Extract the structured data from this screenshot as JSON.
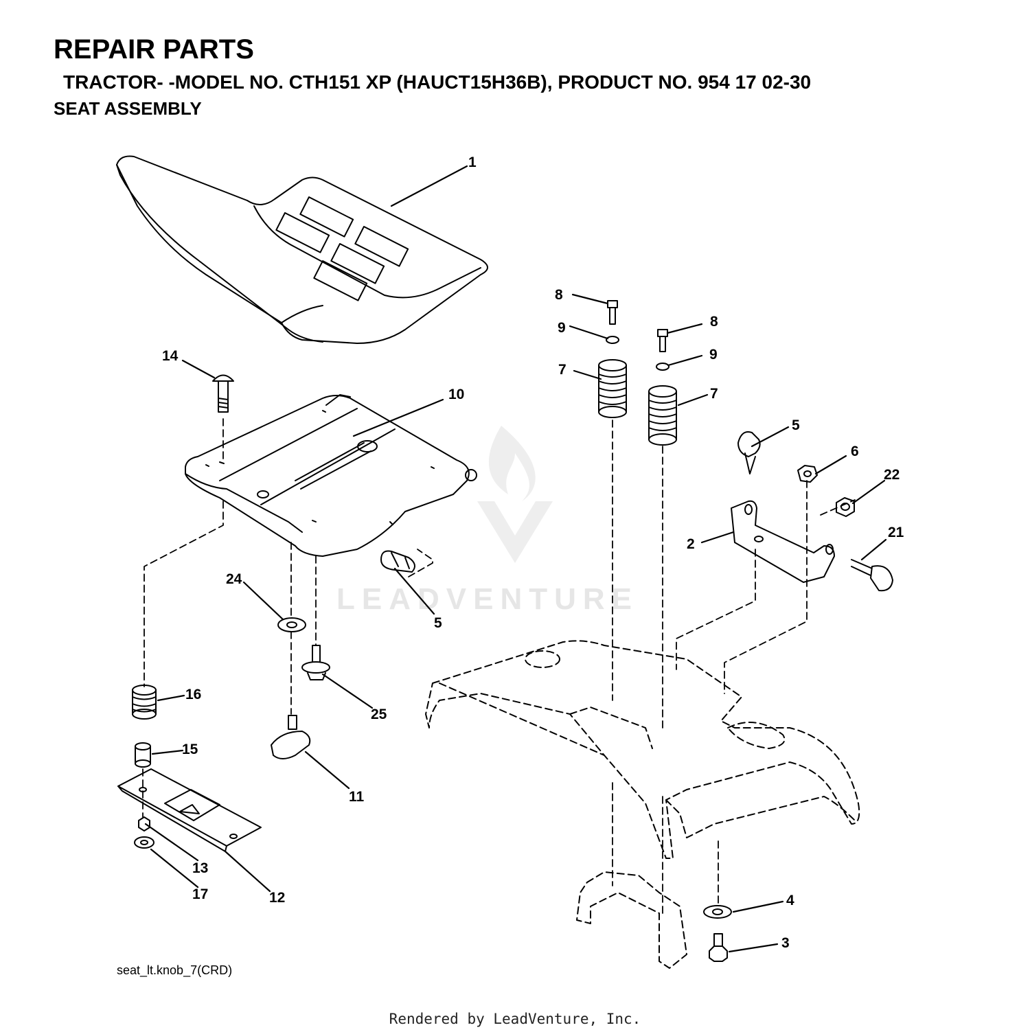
{
  "header": {
    "title": "REPAIR PARTS",
    "subtitle": "TRACTOR- -MODEL NO. CTH151 XP (HAUCT15H36B), PRODUCT NO. 954 17 02-30",
    "section": "SEAT ASSEMBLY"
  },
  "callouts": [
    {
      "id": "c1",
      "text": "1"
    },
    {
      "id": "c2",
      "text": "2"
    },
    {
      "id": "c3",
      "text": "3"
    },
    {
      "id": "c4",
      "text": "4"
    },
    {
      "id": "c5a",
      "text": "5"
    },
    {
      "id": "c5b",
      "text": "5"
    },
    {
      "id": "c6",
      "text": "6"
    },
    {
      "id": "c7a",
      "text": "7"
    },
    {
      "id": "c7b",
      "text": "7"
    },
    {
      "id": "c8a",
      "text": "8"
    },
    {
      "id": "c8b",
      "text": "8"
    },
    {
      "id": "c9a",
      "text": "9"
    },
    {
      "id": "c9b",
      "text": "9"
    },
    {
      "id": "c10",
      "text": "10"
    },
    {
      "id": "c11",
      "text": "11"
    },
    {
      "id": "c12",
      "text": "12"
    },
    {
      "id": "c13",
      "text": "13"
    },
    {
      "id": "c14",
      "text": "14"
    },
    {
      "id": "c15",
      "text": "15"
    },
    {
      "id": "c16",
      "text": "16"
    },
    {
      "id": "c17",
      "text": "17"
    },
    {
      "id": "c21",
      "text": "21"
    },
    {
      "id": "c22",
      "text": "22"
    },
    {
      "id": "c24",
      "text": "24"
    },
    {
      "id": "c25",
      "text": "25"
    }
  ],
  "file_label": "seat_lt.knob_7(CRD)",
  "watermark": "LEADVENTURE",
  "footer": "Rendered by LeadVenture, Inc."
}
